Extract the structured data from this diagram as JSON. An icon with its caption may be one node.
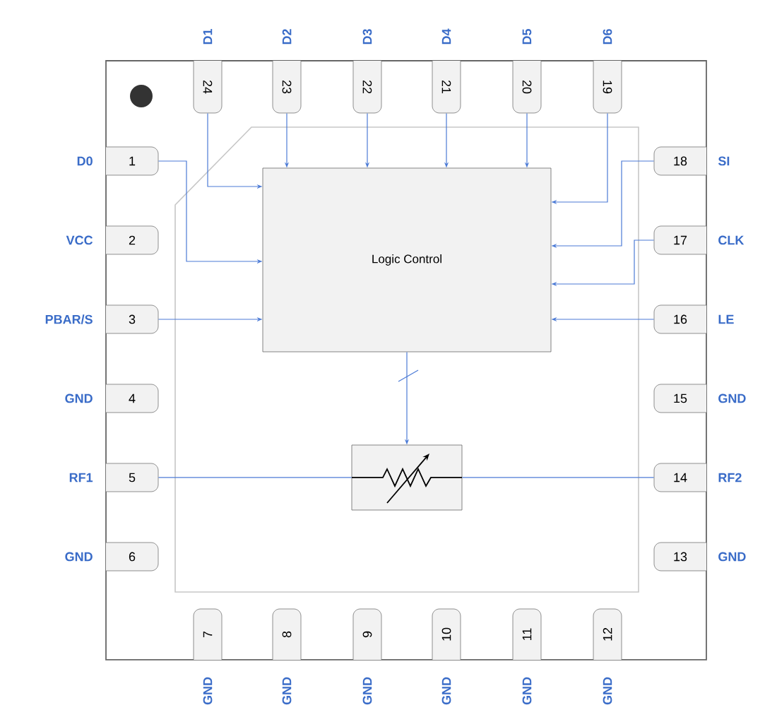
{
  "diagram": {
    "nodes": [
      {
        "text": [
          "1"
        ],
        "beside": [
          "D0"
        ]
      },
      {
        "text": [
          "2"
        ],
        "beside": [
          "VCC"
        ]
      },
      {
        "text": [
          "3"
        ],
        "beside": [
          "PBAR/S"
        ]
      },
      {
        "text": [
          "4"
        ],
        "beside": [
          "GND"
        ]
      },
      {
        "text": [
          "5"
        ],
        "beside": [
          "RF1"
        ]
      },
      {
        "text": [
          "6"
        ],
        "beside": [
          "GND"
        ]
      },
      {
        "text": [
          "7"
        ],
        "beside": [
          "GND"
        ]
      },
      {
        "text": [
          "8"
        ],
        "beside": [
          "GND"
        ]
      },
      {
        "text": [
          "9"
        ],
        "beside": [
          "GND"
        ]
      },
      {
        "text": [
          "10"
        ],
        "beside": [
          "GND"
        ]
      },
      {
        "text": [
          "11"
        ],
        "beside": [
          "GND"
        ]
      },
      {
        "text": [
          "12"
        ],
        "beside": [
          "GND"
        ]
      },
      {
        "text": [
          "13"
        ],
        "beside": [
          "GND"
        ]
      },
      {
        "text": [
          "14"
        ],
        "beside": [
          "RF2"
        ]
      },
      {
        "text": [
          "15"
        ],
        "beside": [
          "GND"
        ]
      },
      {
        "text": [
          "16"
        ],
        "beside": [
          "LE"
        ]
      },
      {
        "text": [
          "17"
        ],
        "beside": [
          "CLK"
        ]
      },
      {
        "text": [
          "18"
        ],
        "beside": [
          "SI"
        ]
      },
      {
        "text": [
          "19"
        ],
        "beside": [
          "D6"
        ]
      },
      {
        "text": [
          "20"
        ],
        "beside": [
          "D5"
        ]
      },
      {
        "text": [
          "21"
        ],
        "beside": [
          "D4"
        ]
      },
      {
        "text": [
          "22"
        ],
        "beside": [
          "D3"
        ]
      },
      {
        "text": [
          "23"
        ],
        "beside": [
          "D2"
        ]
      },
      {
        "text": [
          "24"
        ],
        "beside": [
          "D1"
        ]
      },
      {
        "text": [
          "Logic Control"
        ]
      },
      {
        "text": [],
        "shape": "box"
      }
    ],
    "edges": [
      {
        "from": 23,
        "to": 24,
        "arrow": "to"
      },
      {
        "from": 22,
        "to": 24,
        "arrow": "to"
      },
      {
        "from": 21,
        "to": 24,
        "arrow": "to"
      },
      {
        "from": 20,
        "to": 24,
        "arrow": "to"
      },
      {
        "from": 19,
        "to": 24,
        "arrow": "to"
      },
      {
        "from": 18,
        "to": 24,
        "arrow": "to"
      },
      {
        "from": 0,
        "to": 24,
        "arrow": "to"
      },
      {
        "from": 2,
        "to": 24,
        "arrow": "to"
      },
      {
        "from": 17,
        "to": 24,
        "arrow": "to"
      },
      {
        "from": 16,
        "to": 24,
        "arrow": "to"
      },
      {
        "from": 15,
        "to": 24,
        "arrow": "to"
      },
      {
        "from": 24,
        "to": 25,
        "arrow": "to"
      },
      {
        "from": 4,
        "to": 25,
        "arrow": "none"
      },
      {
        "from": 25,
        "to": 13,
        "arrow": "none"
      }
    ]
  }
}
